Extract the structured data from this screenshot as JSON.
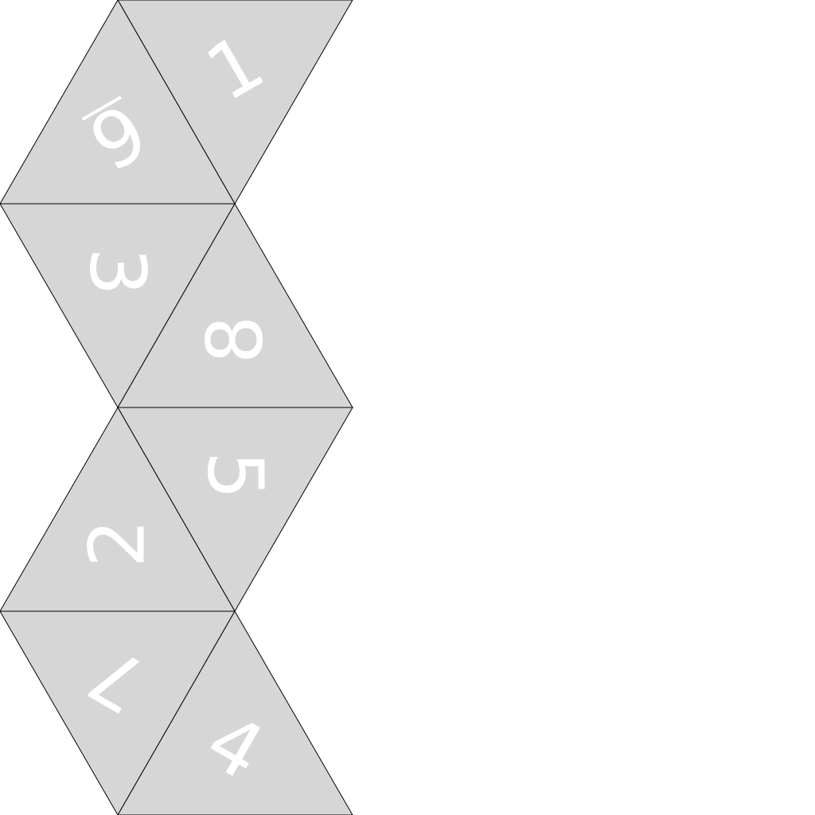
{
  "colors": {
    "background": "#ffffff",
    "face_fill": "#d6d6d6",
    "face_stroke": "#000000",
    "label_color": "#ffffff"
  },
  "net": {
    "faces": [
      {
        "id": "face-1",
        "label": "1"
      },
      {
        "id": "face-6",
        "label": "6"
      },
      {
        "id": "face-3",
        "label": "3"
      },
      {
        "id": "face-8",
        "label": "8"
      },
      {
        "id": "face-5",
        "label": "5"
      },
      {
        "id": "face-2",
        "label": "2"
      },
      {
        "id": "face-7",
        "label": "7"
      },
      {
        "id": "face-4",
        "label": "4"
      }
    ]
  }
}
